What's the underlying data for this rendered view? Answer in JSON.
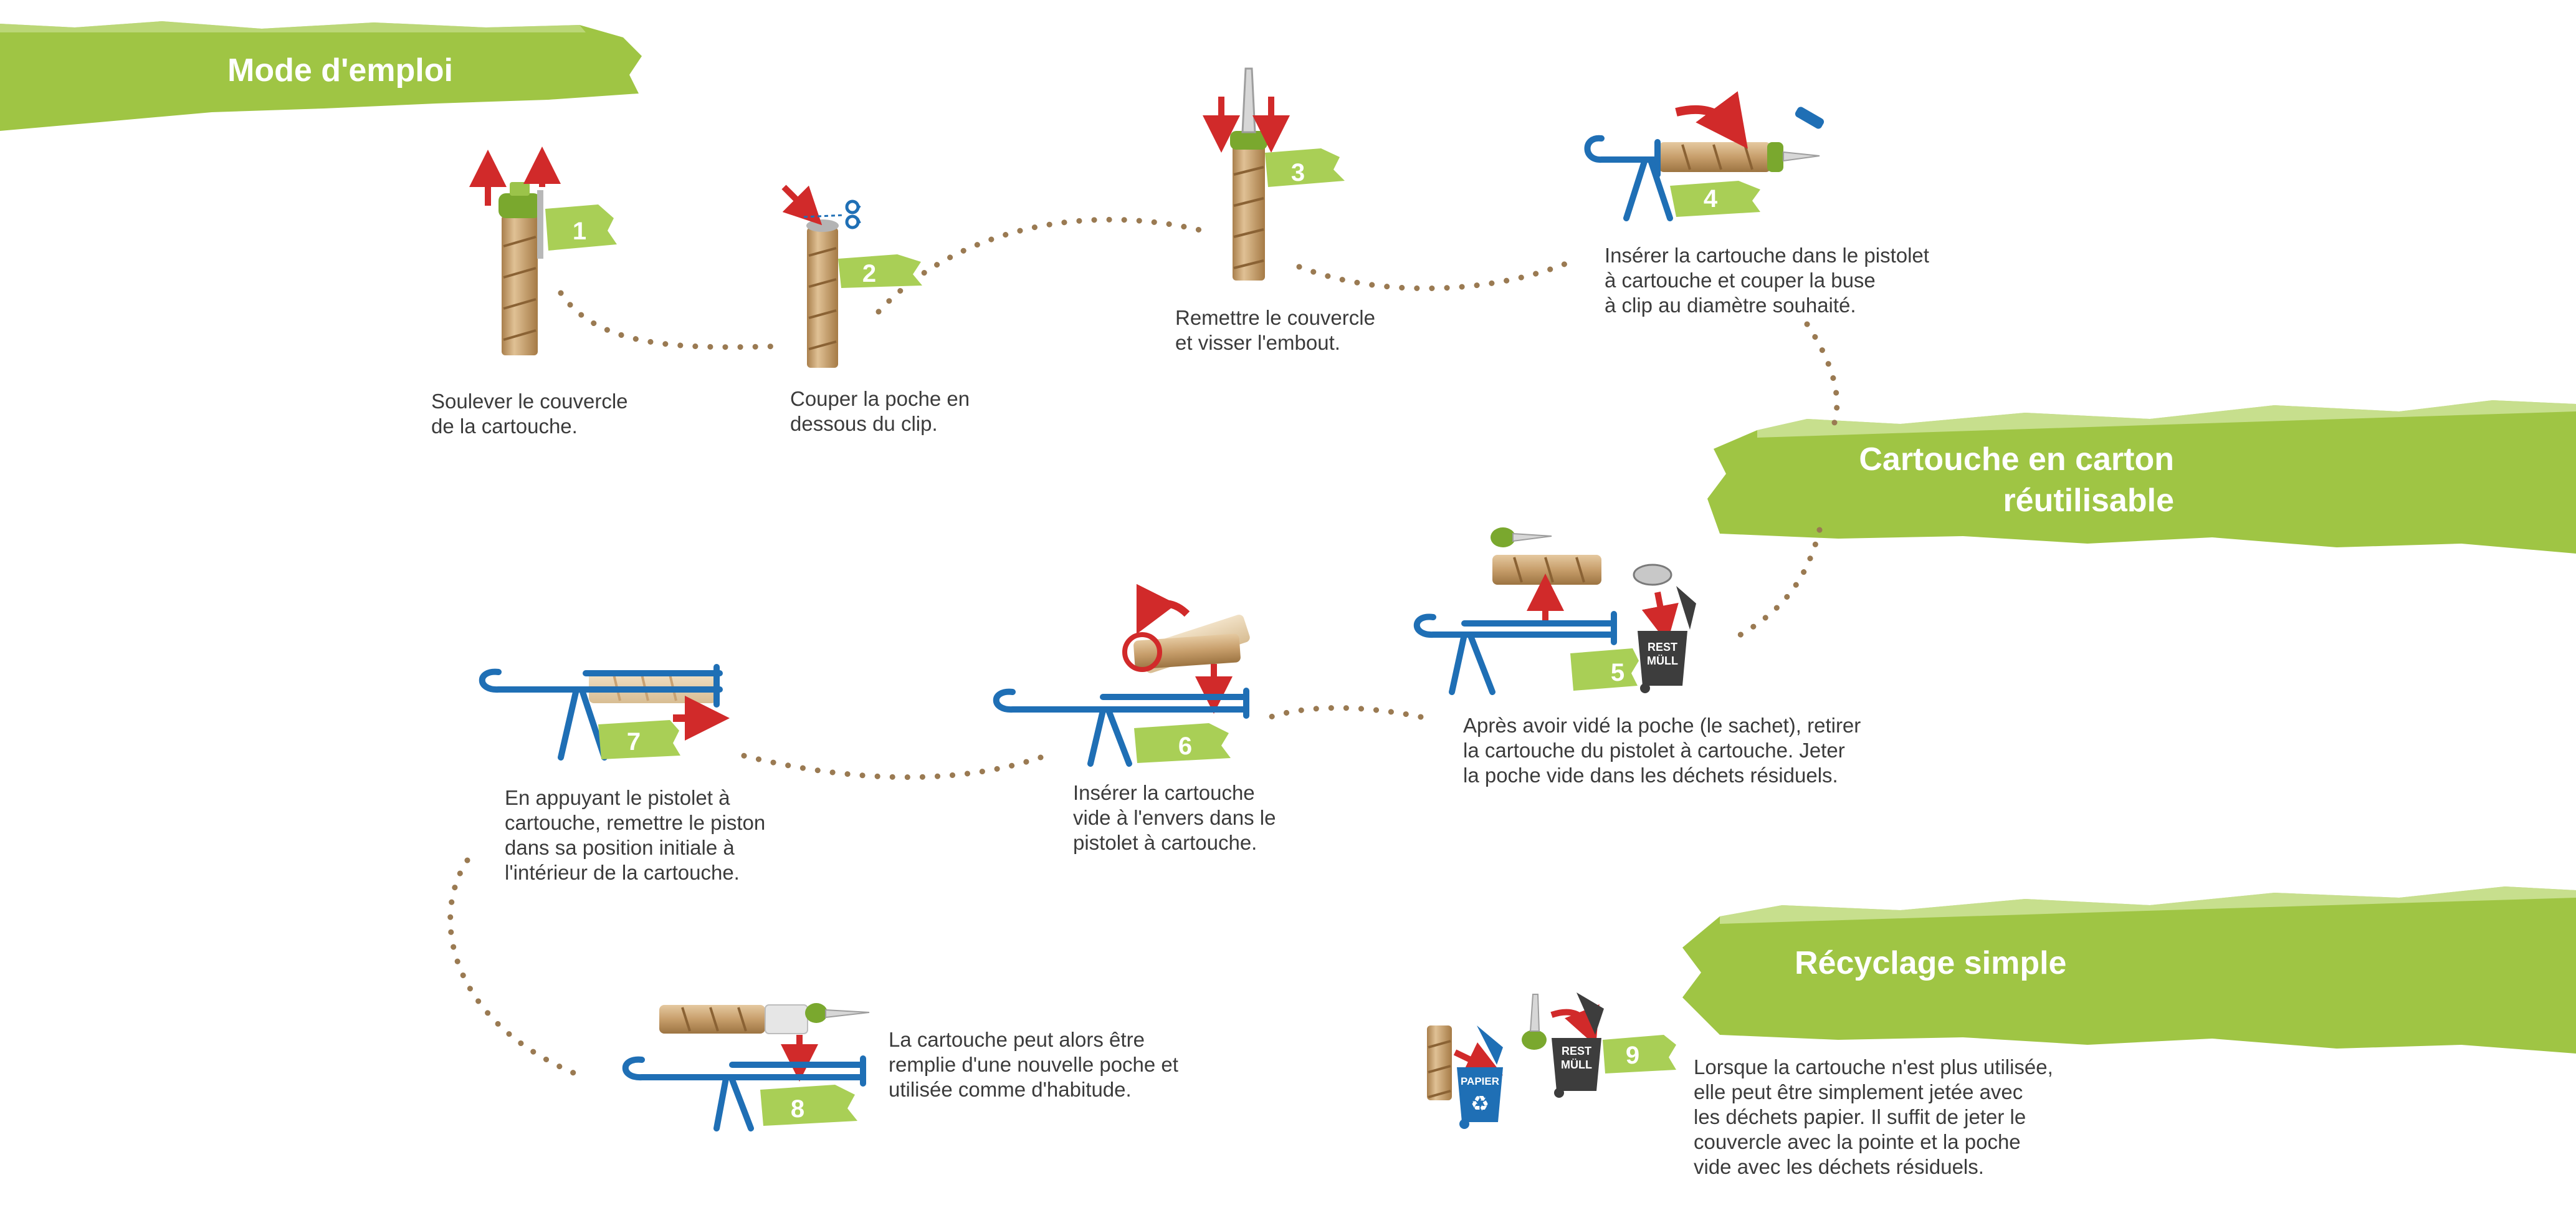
{
  "sections": {
    "mode_emploi": "Mode d'emploi",
    "cartouche": "Cartouche en carton\nréutilisable",
    "recyclage": "Récyclage simple"
  },
  "steps": [
    {
      "number": "1",
      "caption": "Soulever le couvercle\nde la cartouche."
    },
    {
      "number": "2",
      "caption": "Couper la poche en\ndessous du clip."
    },
    {
      "number": "3",
      "caption": "Remettre le couvercle\net visser l'embout."
    },
    {
      "number": "4",
      "caption": "Insérer la cartouche dans le pistolet\nà cartouche et couper la buse\nà clip au diamètre souhaité."
    },
    {
      "number": "5",
      "caption": "Après avoir vidé la poche (le sachet), retirer\nla cartouche du pistolet à cartouche. Jeter\nla poche vide dans les déchets résiduels."
    },
    {
      "number": "6",
      "caption": "Insérer la cartouche\nvide à l'envers dans le\npistolet à cartouche."
    },
    {
      "number": "7",
      "caption": "En appuyant le pistolet à\ncartouche, remettre le piston\ndans sa position initiale à\nl'intérieur de la cartouche."
    },
    {
      "number": "8",
      "caption": "La cartouche peut alors être\nremplie d'une nouvelle poche et\nutilisée comme d'habitude."
    },
    {
      "number": "9",
      "caption": "Lorsque la cartouche n'est plus utilisée,\nelle peut être simplement jetée avec\nles déchets papier. Il suffit de jeter le\ncouvercle avec la pointe et la poche\nvide avec les déchets résiduels."
    }
  ],
  "bins": {
    "rest_line1": "REST",
    "rest_line2": "MÜLL",
    "papier": "PAPIER"
  },
  "colors": {
    "green": "#9fc544",
    "green_light": "#b9d86a",
    "blue": "#1f6fb5",
    "red": "#d12a2a",
    "cardboard": "#c9a272",
    "cardboard_dark": "#8a6234",
    "dots": "#9a7a52",
    "bin_dark": "#3d3d3d",
    "bin_blue": "#1f6fb5"
  }
}
